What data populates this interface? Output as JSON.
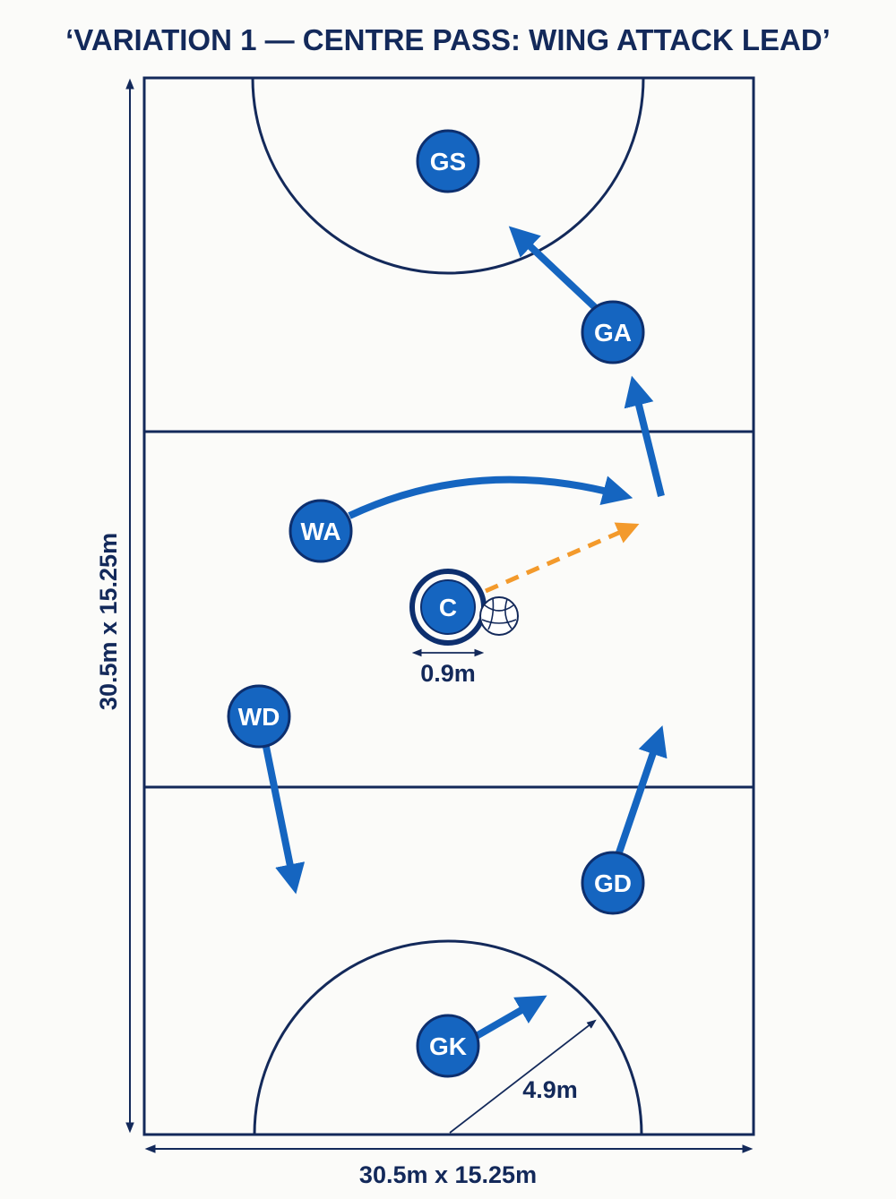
{
  "title": "‘VARIATION 1 — CENTRE PASS: WING ATTACK LEAD’",
  "dimensions": {
    "bottom_label": "30.5m x 15.25m",
    "side_label": "30.5m x 15.25m",
    "circle_radius_label": "4.9m",
    "centre_circle_label": "0.9m"
  },
  "players": [
    {
      "id": "gs",
      "label": "GS"
    },
    {
      "id": "ga",
      "label": "GA"
    },
    {
      "id": "wa",
      "label": "WA"
    },
    {
      "id": "c",
      "label": "C"
    },
    {
      "id": "wd",
      "label": "WD"
    },
    {
      "id": "gd",
      "label": "GD"
    },
    {
      "id": "gk",
      "label": "GK"
    }
  ],
  "colors": {
    "court_line": "#13295a",
    "player_fill": "#1565c0",
    "player_ring": "#0d2f6e",
    "arrow": "#1565c0",
    "pass": "#f39a2c"
  },
  "icons": {
    "ball": "netball-icon"
  }
}
